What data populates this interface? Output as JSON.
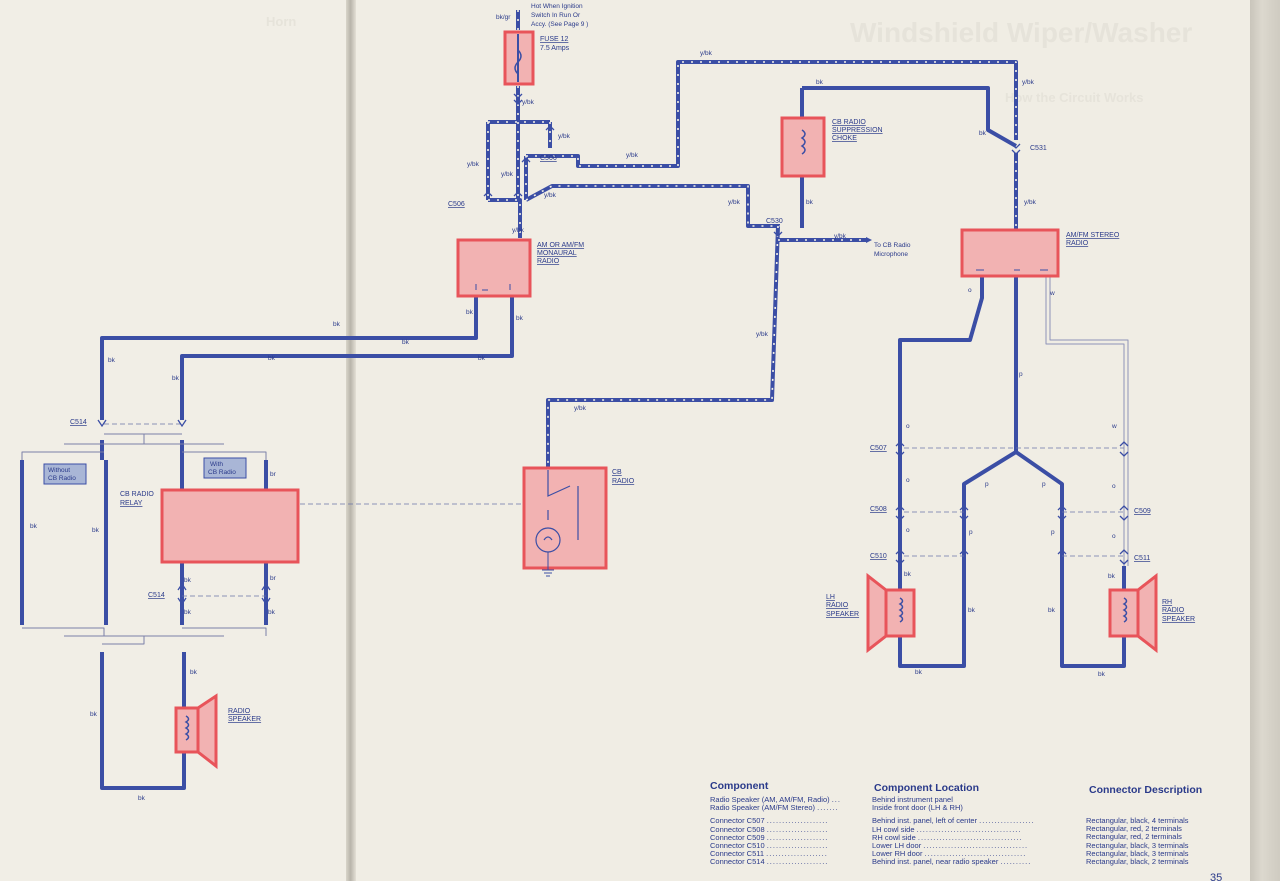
{
  "page_number": "35",
  "ghost_title": "Windshield Wiper/Washer",
  "ghost_subtitle": "How the Circuit Works",
  "ghost_horn": "Horn",
  "colors": {
    "wire": "#3b4ea5",
    "component_fill": "#f2b2b2",
    "component_stroke": "#e8545a",
    "text": "#2a3a8a"
  },
  "labels": {
    "hot": [
      "Hot When Ignition",
      "Switch In Run Or",
      "Accy. (See Page  9 )"
    ],
    "bk_gr": "bk/gr",
    "fuse": [
      "FUSE 12",
      "7.5 Amps"
    ],
    "am_radio": [
      "AM OR AM/FM",
      "MONAURAL",
      "RADIO"
    ],
    "cb_choke": [
      "CB RADIO",
      "SUPPRESSION",
      "CHOKE"
    ],
    "cb_radio": [
      "CB",
      "RADIO"
    ],
    "cb_relay": [
      "CB RADIO",
      "RELAY"
    ],
    "stereo": [
      "AM/FM STEREO",
      "RADIO"
    ],
    "to_mic": [
      "To CB Radio",
      "Microphone"
    ],
    "lh_speaker": [
      "LH",
      "RADIO",
      "SPEAKER"
    ],
    "rh_speaker": [
      "RH",
      "RADIO",
      "SPEAKER"
    ],
    "radio_speaker": [
      "RADIO",
      "SPEAKER"
    ],
    "without_cb": [
      "Without",
      "CB Radio"
    ],
    "with_cb": [
      "With",
      "CB Radio"
    ],
    "c506": "C506",
    "c514": "C514",
    "c530": "C530",
    "c531": "C531",
    "c507": "C507",
    "c508": "C508",
    "c509": "C509",
    "c510": "C510",
    "c511": "C511",
    "yb": "y/bk",
    "bk": "bk",
    "br": "br",
    "o": "o",
    "p": "p",
    "w": "w"
  },
  "table": {
    "headers": {
      "component": "Component",
      "location": "Component Location",
      "description": "Connector Description"
    },
    "rows": [
      {
        "component": "Radio Speaker (AM, AM/FM, Radio)",
        "location": "Behind instrument panel",
        "description": ""
      },
      {
        "component": "Radio Speaker (AM/FM Stereo)",
        "location": "Inside front door (LH & RH)",
        "description": ""
      },
      {
        "component": "Connector C507",
        "location": "Behind inst. panel, left of center",
        "description": "Rectangular, black, 4 terminals"
      },
      {
        "component": "Connector C508",
        "location": "LH cowl side",
        "description": "Rectangular, red, 2 terminals"
      },
      {
        "component": "Connector C509",
        "location": "RH cowl side",
        "description": "Rectangular, red, 2 terminals"
      },
      {
        "component": "Connector C510",
        "location": "Lower LH door",
        "description": "Rectangular, black, 3 terminals"
      },
      {
        "component": "Connector C511",
        "location": "Lower RH door",
        "description": "Rectangular, black, 3 terminals"
      },
      {
        "component": "Connector C514",
        "location": "Behind inst. panel, near radio speaker",
        "description": "Rectangular, black, 2 terminals"
      }
    ]
  }
}
